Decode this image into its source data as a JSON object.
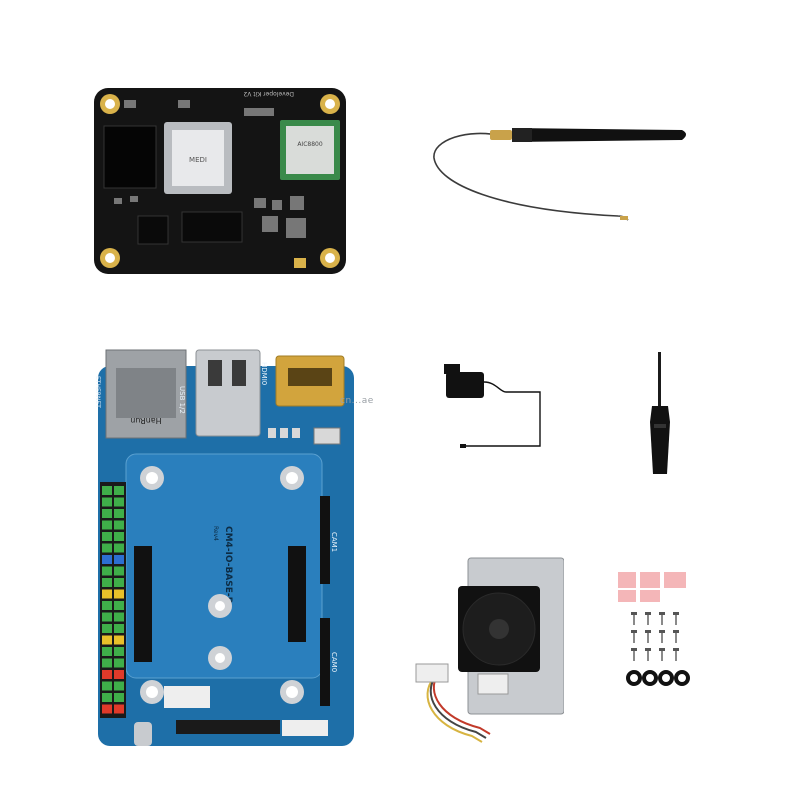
{
  "som": {
    "silk_text": "Developer Kit V2",
    "chip_text": "MEDI",
    "wifi_text": "AIC8800"
  },
  "carrier": {
    "board_name": "CM4-IO-BASE-B",
    "rev": "Rev4",
    "usb_label": "USB 1/2",
    "hdmi_label": "HDMI0",
    "eth_label": "ETHERNET",
    "cam1_label": "CAM1",
    "cam0_label": "CAM0",
    "hanrun_text": "HanRun"
  },
  "watermark": "cn...ae",
  "colors": {
    "board_blue": "#1e6fa8",
    "pcb_black": "#111111",
    "gold": "#d9b24a",
    "silver": "#c8cbcf"
  }
}
